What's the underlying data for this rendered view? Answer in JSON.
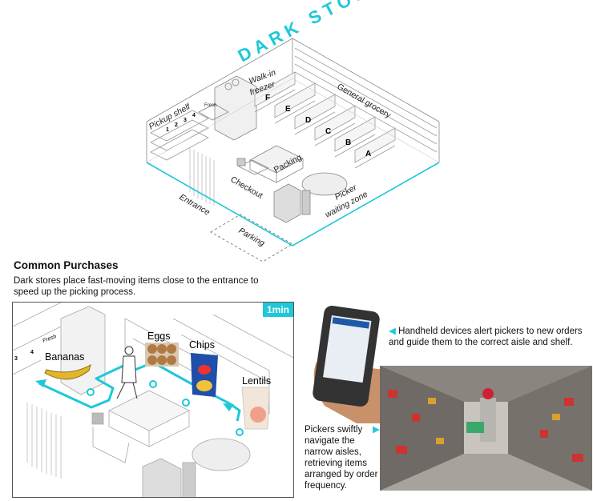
{
  "store": {
    "title": "DARK STORE",
    "labels": {
      "walkin": "Walk-in",
      "freezer": "freezer",
      "general": "General grocery",
      "pickup": "Pickup shelf",
      "fresh": "Fresh",
      "packing": "Packing",
      "checkout": "Checkout",
      "picker": "Picker",
      "waiting": "waiting zone",
      "entrance": "Entrance",
      "parking": "Parking"
    },
    "aisles": [
      "F",
      "E",
      "D",
      "C",
      "B",
      "A"
    ],
    "shelf_numbers": [
      "1",
      "2",
      "3",
      "4"
    ]
  },
  "section": {
    "title": "Common Purchases",
    "subtitle": "Dark stores place fast-moving items close to the entrance to speed up the picking process."
  },
  "map": {
    "badge": "1min",
    "items": [
      "Bananas",
      "Eggs",
      "Chips",
      "Lentils"
    ],
    "fresh": "Fresh",
    "shelf_numbers": [
      "3",
      "4"
    ]
  },
  "notes": {
    "device": "Handheld devices alert pickers to new orders and guide them to the correct aisle and shelf.",
    "pickers": "Pickers swiftly navigate the narrow aisles, retrieving items arranged by order frequency."
  },
  "colors": {
    "accent": "#1ec8d8"
  }
}
